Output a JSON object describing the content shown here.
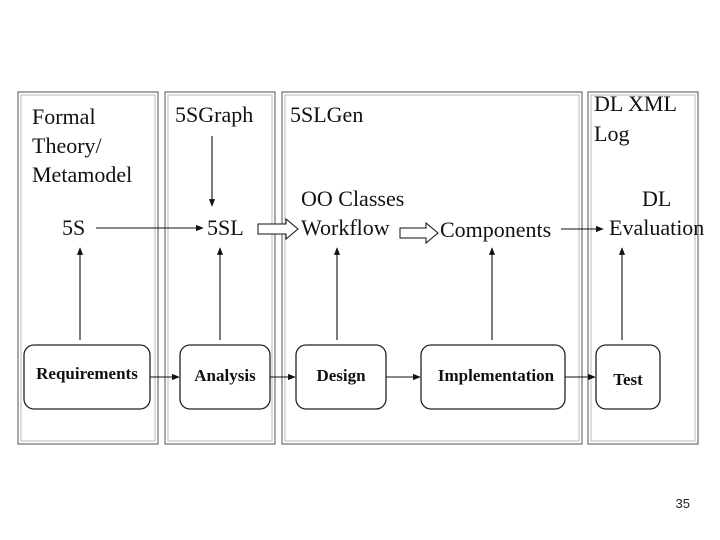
{
  "lanes": {
    "formal": [
      "Formal",
      "Theory/",
      "Metamodel"
    ],
    "graph": "5SGraph",
    "gen": "5SLGen",
    "log": [
      "DL XML",
      "Log"
    ]
  },
  "nodes": {
    "fives": "5S",
    "fivesl": "5SL",
    "oo_classes": "OO Classes",
    "workflow": "Workflow",
    "components": "Components",
    "dl_eval": [
      "DL",
      "Evaluation"
    ]
  },
  "phases": {
    "requirements": "Requirements",
    "analysis": "Analysis",
    "design": "Design",
    "implementation": "Implementation",
    "test": "Test"
  },
  "page_number": "35"
}
